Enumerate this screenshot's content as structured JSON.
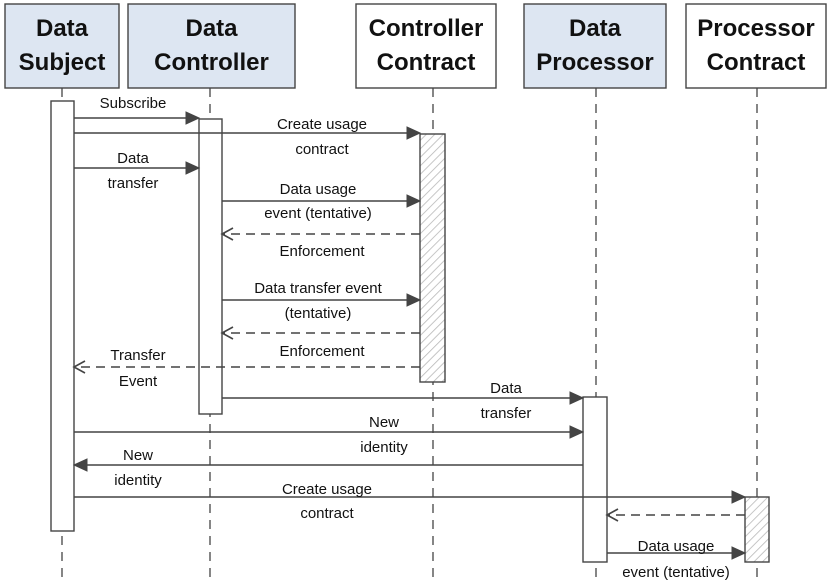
{
  "colors": {
    "actor_fill_highlight": "#dde6f2",
    "actor_fill_plain": "#ffffff",
    "line": "#444444",
    "hatch": "#b8b8b8"
  },
  "actors": [
    {
      "id": "subject",
      "lines": [
        "Data",
        "Subject"
      ],
      "highlight": true
    },
    {
      "id": "controller",
      "lines": [
        "Data",
        "Controller"
      ],
      "highlight": true
    },
    {
      "id": "ccontract",
      "lines": [
        "Controller",
        "Contract"
      ],
      "highlight": false
    },
    {
      "id": "processor",
      "lines": [
        "Data",
        "Processor"
      ],
      "highlight": true
    },
    {
      "id": "pcontract",
      "lines": [
        "Processor",
        "Contract"
      ],
      "highlight": false
    }
  ],
  "messages": [
    {
      "id": "subscribe",
      "from": "subject",
      "to": "controller",
      "style": "solid",
      "label": [
        "Subscribe"
      ]
    },
    {
      "id": "create-usage-contract-1",
      "from": "subject",
      "to": "ccontract",
      "style": "solid",
      "label": [
        "Create usage",
        "contract"
      ]
    },
    {
      "id": "data-transfer-1",
      "from": "subject",
      "to": "controller",
      "style": "solid",
      "label": [
        "Data",
        "transfer"
      ]
    },
    {
      "id": "data-usage-event-1",
      "from": "controller",
      "to": "ccontract",
      "style": "solid",
      "label": [
        "Data usage",
        "event (tentative)"
      ]
    },
    {
      "id": "enforcement-1",
      "from": "ccontract",
      "to": "controller",
      "style": "dashed",
      "label": [
        "Enforcement"
      ]
    },
    {
      "id": "data-transfer-event",
      "from": "controller",
      "to": "ccontract",
      "style": "solid",
      "label": [
        "Data transfer event",
        "(tentative)"
      ]
    },
    {
      "id": "enforcement-2",
      "from": "ccontract",
      "to": "controller",
      "style": "dashed",
      "label": [
        "Enforcement"
      ]
    },
    {
      "id": "transfer-event",
      "from": "ccontract",
      "to": "subject",
      "style": "dashed",
      "label": [
        "Transfer",
        "Event"
      ]
    },
    {
      "id": "data-transfer-2",
      "from": "controller",
      "to": "processor",
      "style": "solid",
      "label": [
        "Data",
        "transfer"
      ]
    },
    {
      "id": "new-identity-1",
      "from": "subject",
      "to": "processor",
      "style": "solid",
      "label": [
        "New",
        "identity"
      ]
    },
    {
      "id": "new-identity-2",
      "from": "processor",
      "to": "subject",
      "style": "solid",
      "label": [
        "New",
        "identity"
      ]
    },
    {
      "id": "create-usage-contract-2",
      "from": "subject",
      "to": "pcontract",
      "style": "solid",
      "label": [
        "Create usage",
        "contract"
      ]
    },
    {
      "id": "pcontract-return",
      "from": "pcontract",
      "to": "processor",
      "style": "dashed",
      "label": []
    },
    {
      "id": "data-usage-event-2",
      "from": "processor",
      "to": "pcontract",
      "style": "solid",
      "label": [
        "Data usage",
        "event (tentative)"
      ]
    }
  ]
}
